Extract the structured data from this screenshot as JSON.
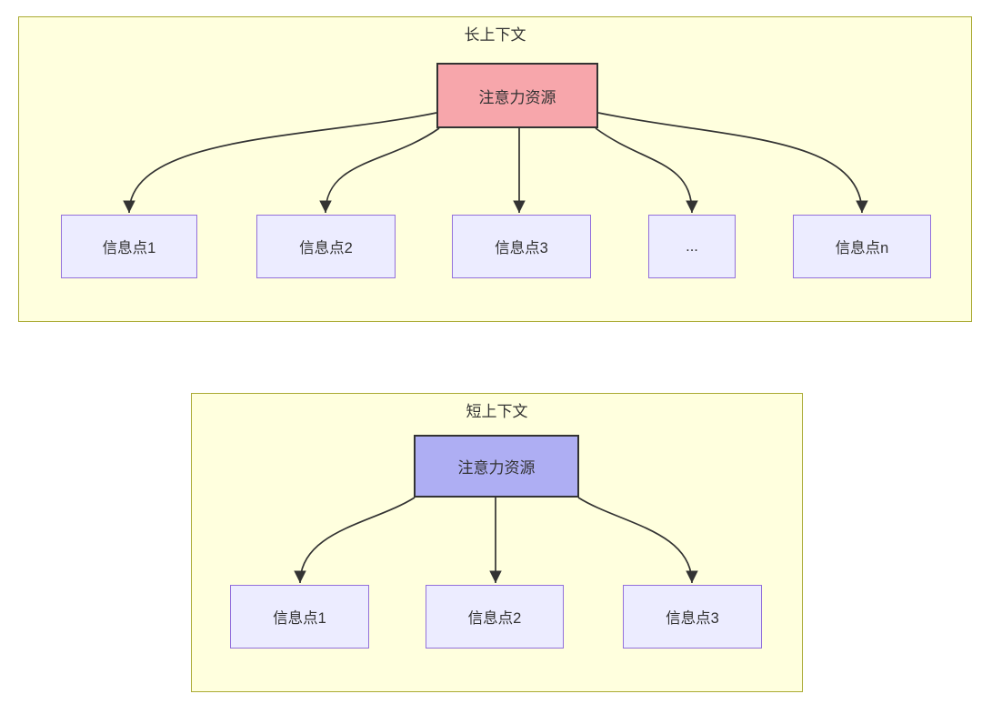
{
  "diagram": {
    "long_context": {
      "title": "长上下文",
      "attention_label": "注意力资源",
      "items": [
        {
          "label": "信息点1"
        },
        {
          "label": "信息点2"
        },
        {
          "label": "信息点3"
        },
        {
          "label": "..."
        },
        {
          "label": "信息点n"
        }
      ]
    },
    "short_context": {
      "title": "短上下文",
      "attention_label": "注意力资源",
      "items": [
        {
          "label": "信息点1"
        },
        {
          "label": "信息点2"
        },
        {
          "label": "信息点3"
        }
      ]
    }
  },
  "colors": {
    "container-fill": "#FFFFDE",
    "container-border": "#AAAA33",
    "node-fill": "#ECECFF",
    "node-border": "#9370DB",
    "attention-long-fill": "#F7A6AB",
    "attention-short-fill": "#AEAEF3",
    "attention-border": "#333333",
    "edge-color": "#333333",
    "text-color": "#333333"
  }
}
